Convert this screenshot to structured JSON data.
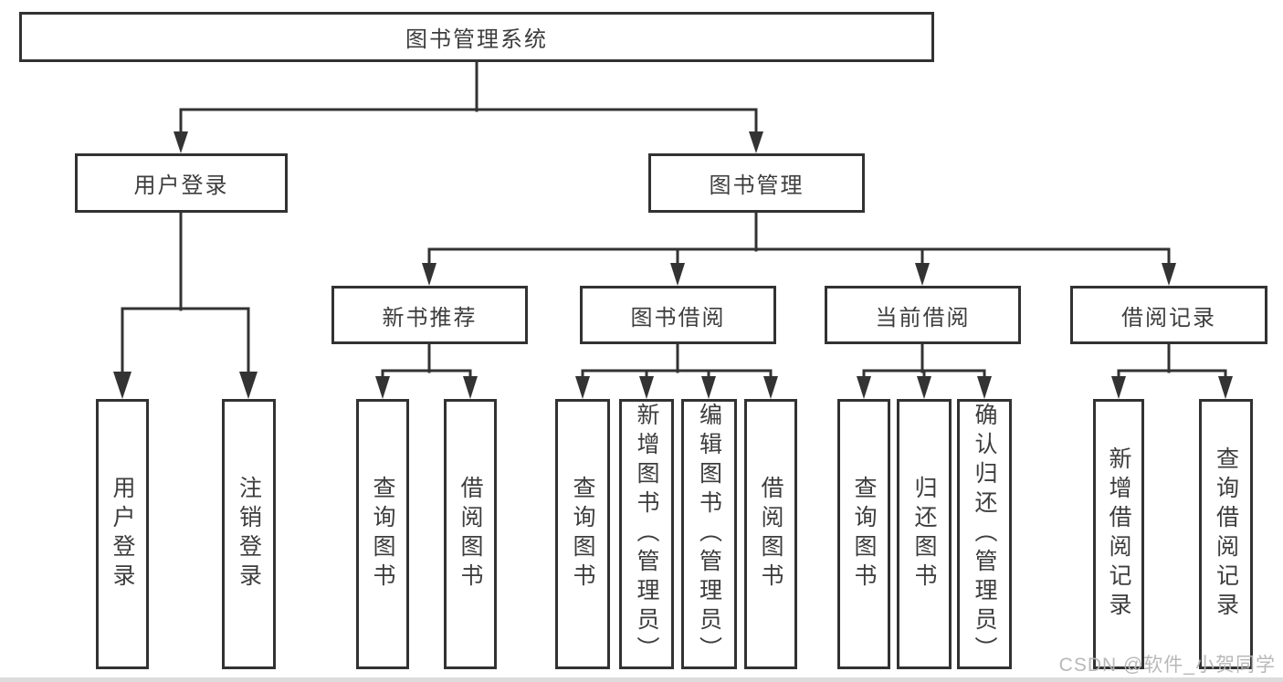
{
  "nodes": {
    "root": {
      "label": "图书管理系统"
    },
    "user_login": {
      "label": "用户登录"
    },
    "book_mgmt": {
      "label": "图书管理"
    },
    "new_book_rec": {
      "label": "新书推荐"
    },
    "book_borrow": {
      "label": "图书借阅"
    },
    "current_borrow": {
      "label": "当前借阅"
    },
    "borrow_record": {
      "label": "借阅记录"
    },
    "leaf_user_login": {
      "label": "用户登录"
    },
    "leaf_logout": {
      "label": "注销登录"
    },
    "leaf_query_book_1": {
      "label": "查询图书"
    },
    "leaf_borrow_book_1": {
      "label": "借阅图书"
    },
    "leaf_query_book_2": {
      "label": "查询图书"
    },
    "leaf_add_book": {
      "label": "新增图书（管理员）"
    },
    "leaf_edit_book": {
      "label": "编辑图书（管理员）"
    },
    "leaf_borrow_book_2": {
      "label": "借阅图书"
    },
    "leaf_query_book_3": {
      "label": "查询图书"
    },
    "leaf_return_book": {
      "label": "归还图书"
    },
    "leaf_confirm_return": {
      "label": "确认归还（管理员）"
    },
    "leaf_add_record": {
      "label": "新增借阅记录"
    },
    "leaf_query_record": {
      "label": "查询借阅记录"
    }
  },
  "watermark": {
    "text": "CSDN @软件_小贺同学"
  },
  "colors": {
    "line": "#333333",
    "border": "#323232",
    "text": "#3d3d3d",
    "watermark": "#b5b5b5",
    "background": "#ffffff"
  }
}
